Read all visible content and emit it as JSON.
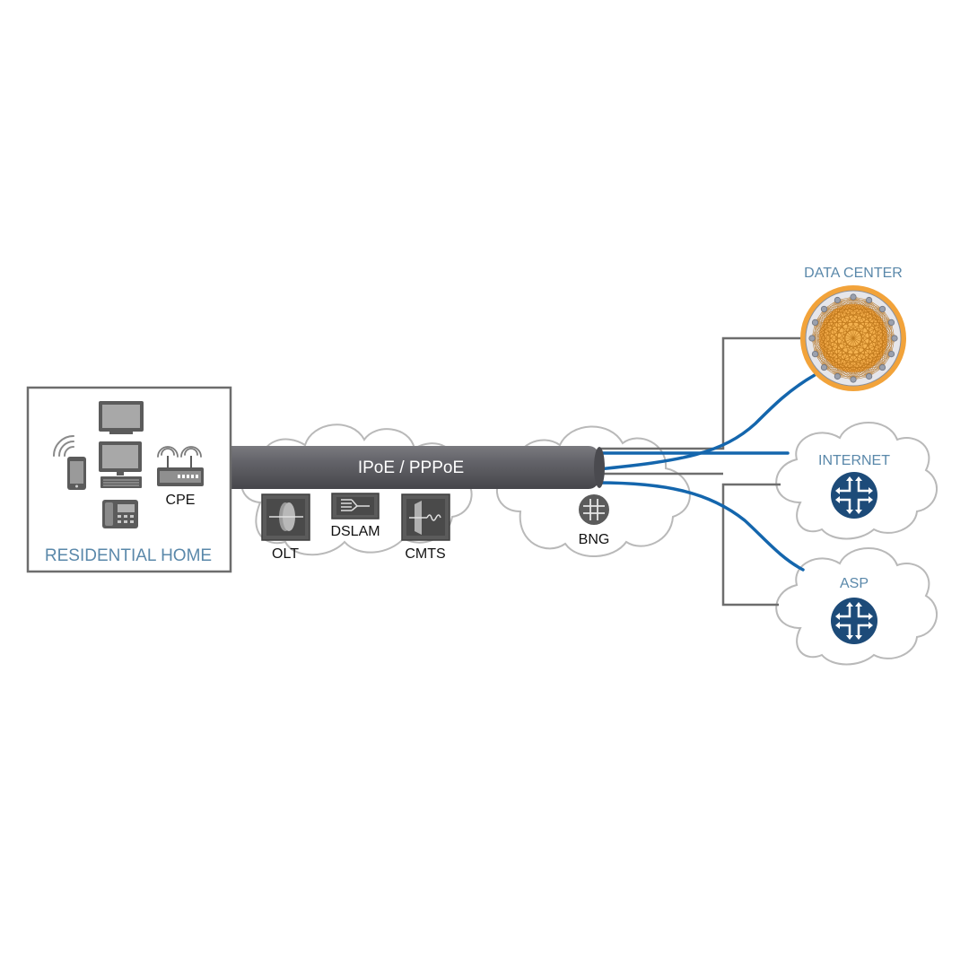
{
  "colors": {
    "label_blue": "#5a88aa",
    "link_blue": "#1466ad",
    "cloud_stroke": "#b9b9b9",
    "box_stroke": "#6d6d6d",
    "device_gray": "#5b5b5b",
    "pipe_gray": "#5f5f64",
    "router_navy": "#1d4b79",
    "datacenter_orange": "#f2a33a"
  },
  "residential_home": {
    "label": "RESIDENTIAL HOME"
  },
  "devices": {
    "wifi_icon": "wifi-signal-icon",
    "phone": "smartphone-icon",
    "tv": "tv-icon",
    "desktop": "desktop-computer-icon",
    "telephone": "desk-phone-icon"
  },
  "cpe": {
    "label": "CPE",
    "icon": "router-wireless-icon"
  },
  "pipe": {
    "label": "IPoE / PPPoE"
  },
  "access_nodes": [
    {
      "label": "OLT",
      "icon": "olt-icon"
    },
    {
      "label": "DSLAM",
      "icon": "dslam-icon"
    },
    {
      "label": "CMTS",
      "icon": "cmts-icon"
    }
  ],
  "bng": {
    "label": "BNG",
    "icon": "router-icon"
  },
  "destinations": {
    "data_center": {
      "label": "DATA CENTER",
      "icon": "data-center-mesh-icon"
    },
    "internet": {
      "label": "INTERNET",
      "icon": "router-icon"
    },
    "asp": {
      "label": "ASP",
      "icon": "router-icon"
    }
  }
}
